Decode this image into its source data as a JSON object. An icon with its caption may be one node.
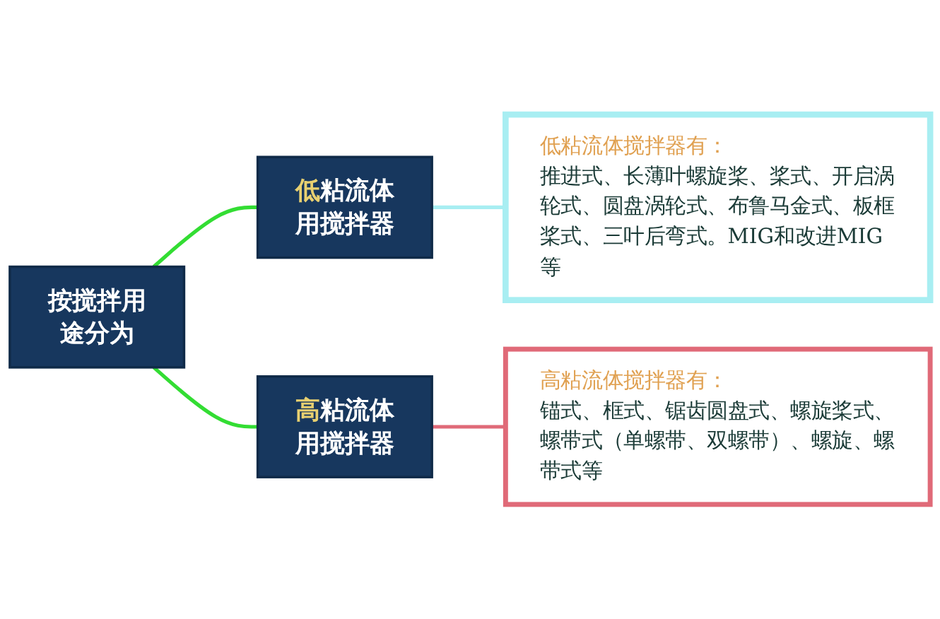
{
  "diagram": {
    "nodes": [
      {
        "text": [
          "按搅拌用途分为"
        ]
      },
      {
        "text": [
          "低粘流体用搅拌器"
        ]
      },
      {
        "text": [
          "高粘流体用搅拌器"
        ]
      },
      {
        "text": [
          "低粘流体搅拌器有：",
          "推进式、长薄叶螺旋桨、桨式、开启涡轮式、圆盘涡轮式、布鲁马金式、板框桨式、三叶后弯式。MIG和改进MIG等"
        ]
      },
      {
        "text": [
          "高粘流体搅拌器有：",
          "锚式、框式、锯齿圆盘式、螺旋桨式、螺带式（单螺带、双螺带）、螺旋、螺带式等"
        ]
      }
    ],
    "edges": [
      {
        "from": 0,
        "to": 1,
        "arrow": "none"
      },
      {
        "from": 0,
        "to": 2,
        "arrow": "none"
      },
      {
        "from": 1,
        "to": 3,
        "arrow": "none",
        "color": "#a8eef2"
      },
      {
        "from": 2,
        "to": 4,
        "arrow": "none",
        "color": "#e06a78"
      }
    ]
  }
}
